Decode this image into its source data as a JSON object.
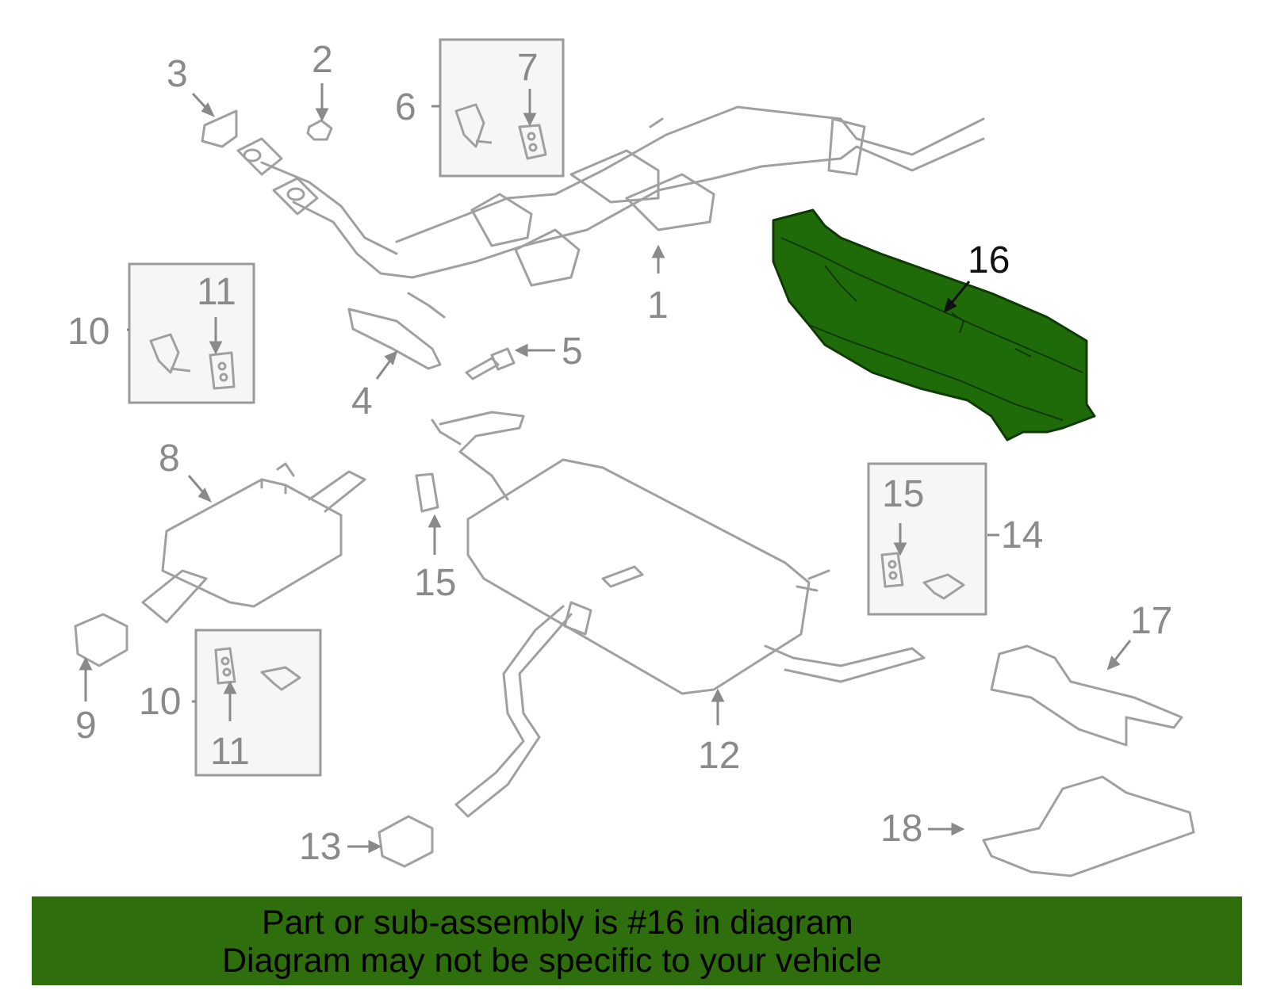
{
  "highlight_color": "#1f6b0a",
  "parts": [
    {
      "id": "1",
      "label": "1",
      "name": "catalytic-converter-assembly"
    },
    {
      "id": "2",
      "label": "2",
      "name": "nut"
    },
    {
      "id": "3",
      "label": "3",
      "name": "gasket"
    },
    {
      "id": "4",
      "label": "4",
      "name": "bracket"
    },
    {
      "id": "5",
      "label": "5",
      "name": "bolt"
    },
    {
      "id": "6",
      "label": "6",
      "name": "hanger-assembly"
    },
    {
      "id": "7",
      "label": "7",
      "name": "insulator"
    },
    {
      "id": "8",
      "label": "8",
      "name": "muffler"
    },
    {
      "id": "9",
      "label": "9",
      "name": "clamp"
    },
    {
      "id": "10a",
      "label": "10",
      "name": "hanger-assembly"
    },
    {
      "id": "10b",
      "label": "10",
      "name": "hanger-assembly"
    },
    {
      "id": "11a",
      "label": "11",
      "name": "insulator"
    },
    {
      "id": "11b",
      "label": "11",
      "name": "insulator"
    },
    {
      "id": "12",
      "label": "12",
      "name": "rear-muffler"
    },
    {
      "id": "13",
      "label": "13",
      "name": "clamp"
    },
    {
      "id": "14",
      "label": "14",
      "name": "hanger-assembly"
    },
    {
      "id": "15a",
      "label": "15",
      "name": "insulator"
    },
    {
      "id": "15b",
      "label": "15",
      "name": "insulator"
    },
    {
      "id": "16",
      "label": "16",
      "name": "heat-shield",
      "highlighted": true
    },
    {
      "id": "17",
      "label": "17",
      "name": "heat-shield"
    },
    {
      "id": "18",
      "label": "18",
      "name": "heat-shield"
    }
  ],
  "banner": {
    "line1": "Part or sub-assembly is #16 in diagram",
    "line2": "Diagram may not be specific to your vehicle",
    "background": "#2f6e0c"
  }
}
